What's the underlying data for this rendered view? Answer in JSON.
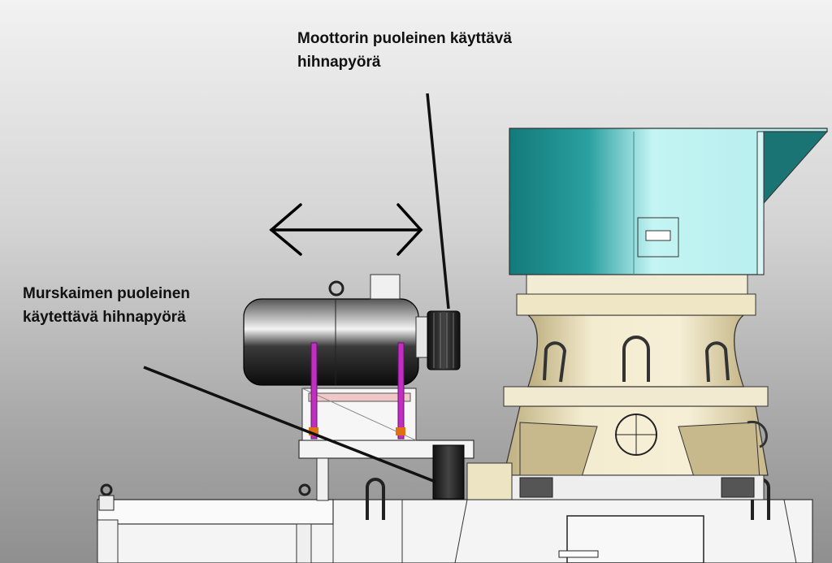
{
  "labels": {
    "motor_pulley": [
      "Moottorin puoleinen käyttävä",
      "hihnapyörä"
    ],
    "crusher_pulley": [
      "Murskaimen puoleinen",
      "käytettävä hihnapyörä"
    ]
  },
  "colors": {
    "hopper": "#1f8c8c",
    "hopper_light": "#bff2f2",
    "crusher_body": "#efe6c6",
    "crusher_shade": "#c9b98c",
    "motor": "#1a1a1a",
    "bolts": "#c030c0",
    "frame": "#f4f4f4",
    "leader_line": "#111111"
  },
  "icons": [
    "double-arrow-icon"
  ]
}
